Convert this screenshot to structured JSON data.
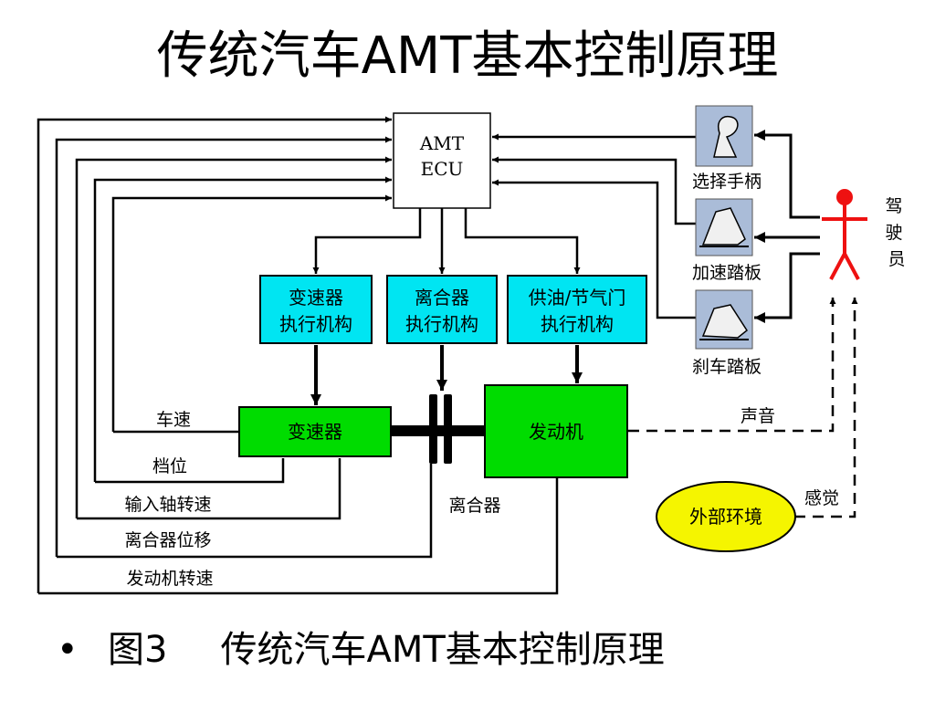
{
  "title": "传统汽车AMT基本控制原理",
  "caption": {
    "bullet": "•",
    "figure": "图3",
    "text": "传统汽车AMT基本控制原理"
  },
  "diagram": {
    "ecu": {
      "line1": "AMT",
      "line2": "ECU"
    },
    "actuators": {
      "transmission": {
        "line1": "变速器",
        "line2": "执行机构"
      },
      "clutch": {
        "line1": "离合器",
        "line2": "执行机构"
      },
      "fuel": {
        "line1": "供油/节气门",
        "line2": "执行机构"
      }
    },
    "transmission": "变速器",
    "engine": "发动机",
    "clutch_label": "离合器",
    "environment": "外部环境",
    "driver": "驾驶员",
    "driver_inputs": [
      "选择手柄",
      "加速踏板",
      "刹车踏板"
    ],
    "feedback_signals": [
      "车速",
      "档位",
      "输入轴转速",
      "离合器位移",
      "发动机转速"
    ],
    "sound": "声音",
    "feeling": "感觉"
  },
  "colors": {
    "cyan": "#00e5f2",
    "green": "#00dc00",
    "yellow": "#f5f500",
    "red": "#ee1111",
    "icon_bg": "#aabcd8"
  }
}
